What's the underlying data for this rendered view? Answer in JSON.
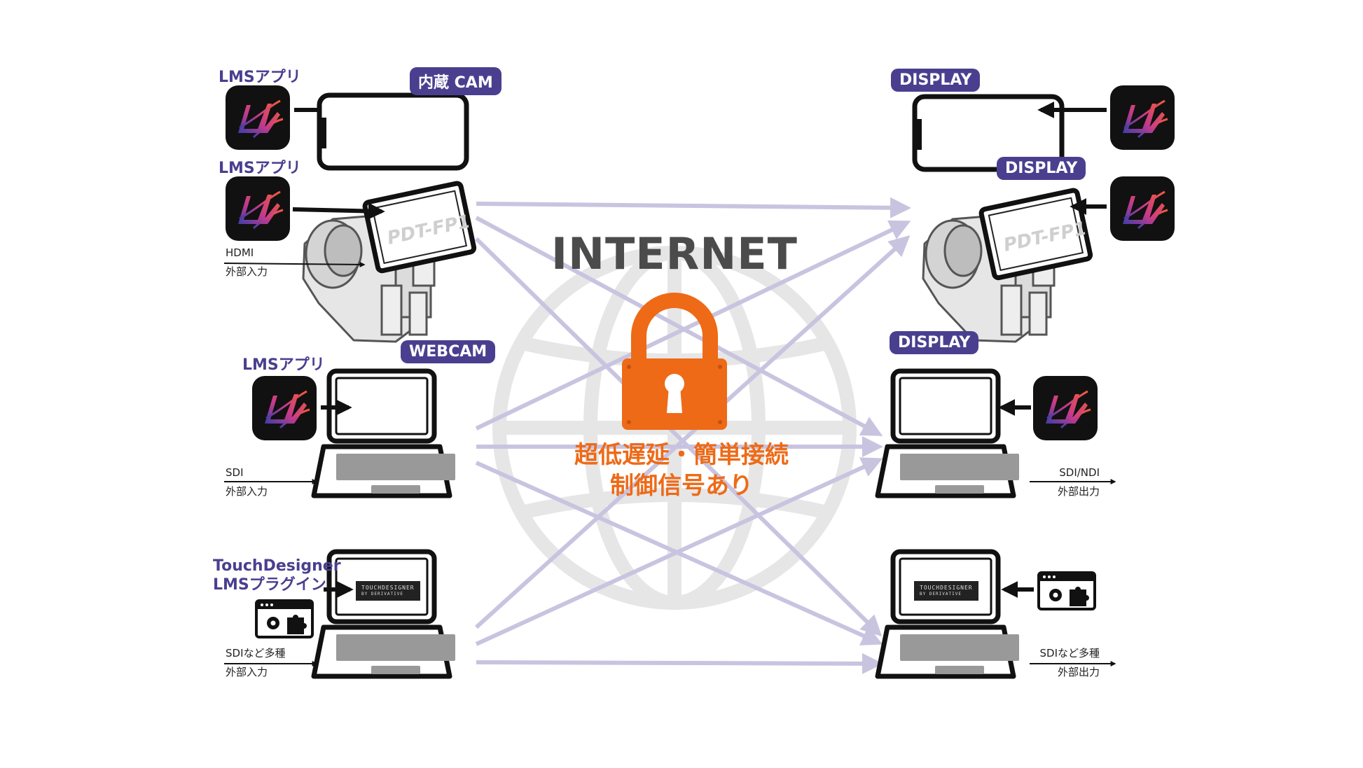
{
  "center": {
    "title": "INTERNET",
    "caption_line1": "超低遅延・簡単接続",
    "caption_line2": "制御信号あり"
  },
  "left": {
    "phone": {
      "app_label": "LMSアプリ",
      "tag": "内蔵 CAM"
    },
    "camera": {
      "app_label": "LMSアプリ",
      "screen_text": "PDT-FP1",
      "input_line1": "HDMI",
      "input_line2": "外部入力"
    },
    "laptop1": {
      "app_label": "LMSアプリ",
      "tag": "WEBCAM",
      "input_line1": "SDI",
      "input_line2": "外部入力"
    },
    "laptop2": {
      "app_label_line1": "TouchDesigner",
      "app_label_line2": "LMSプラグイン",
      "screen_logo_line1": "TOUCHDESIGNER",
      "screen_logo_line2": "BY DERIVATIVE",
      "input_line1": "SDIなど多種",
      "input_line2": "外部入力"
    }
  },
  "right": {
    "phone": {
      "tag": "DISPLAY"
    },
    "camera": {
      "tag": "DISPLAY",
      "screen_text": "PDT-FP1"
    },
    "laptop1": {
      "tag": "DISPLAY",
      "output_line1": "SDI/NDI",
      "output_line2": "外部出力"
    },
    "laptop2": {
      "screen_logo_line1": "TOUCHDESIGNER",
      "screen_logo_line2": "BY DERIVATIVE",
      "output_line1": "SDIなど多種",
      "output_line2": "外部出力"
    }
  },
  "colors": {
    "accent_purple": "#4a3f8f",
    "lock_orange": "#ee6a17",
    "connection_lavender": "#c8c4e0",
    "globe_gray": "#e6e6e6",
    "app_icon_bg": "#111111"
  },
  "icons": [
    "lms-app-icon",
    "lock-icon",
    "globe-icon",
    "plugin-icon",
    "smartphone-icon",
    "camcorder-icon",
    "laptop-icon"
  ]
}
